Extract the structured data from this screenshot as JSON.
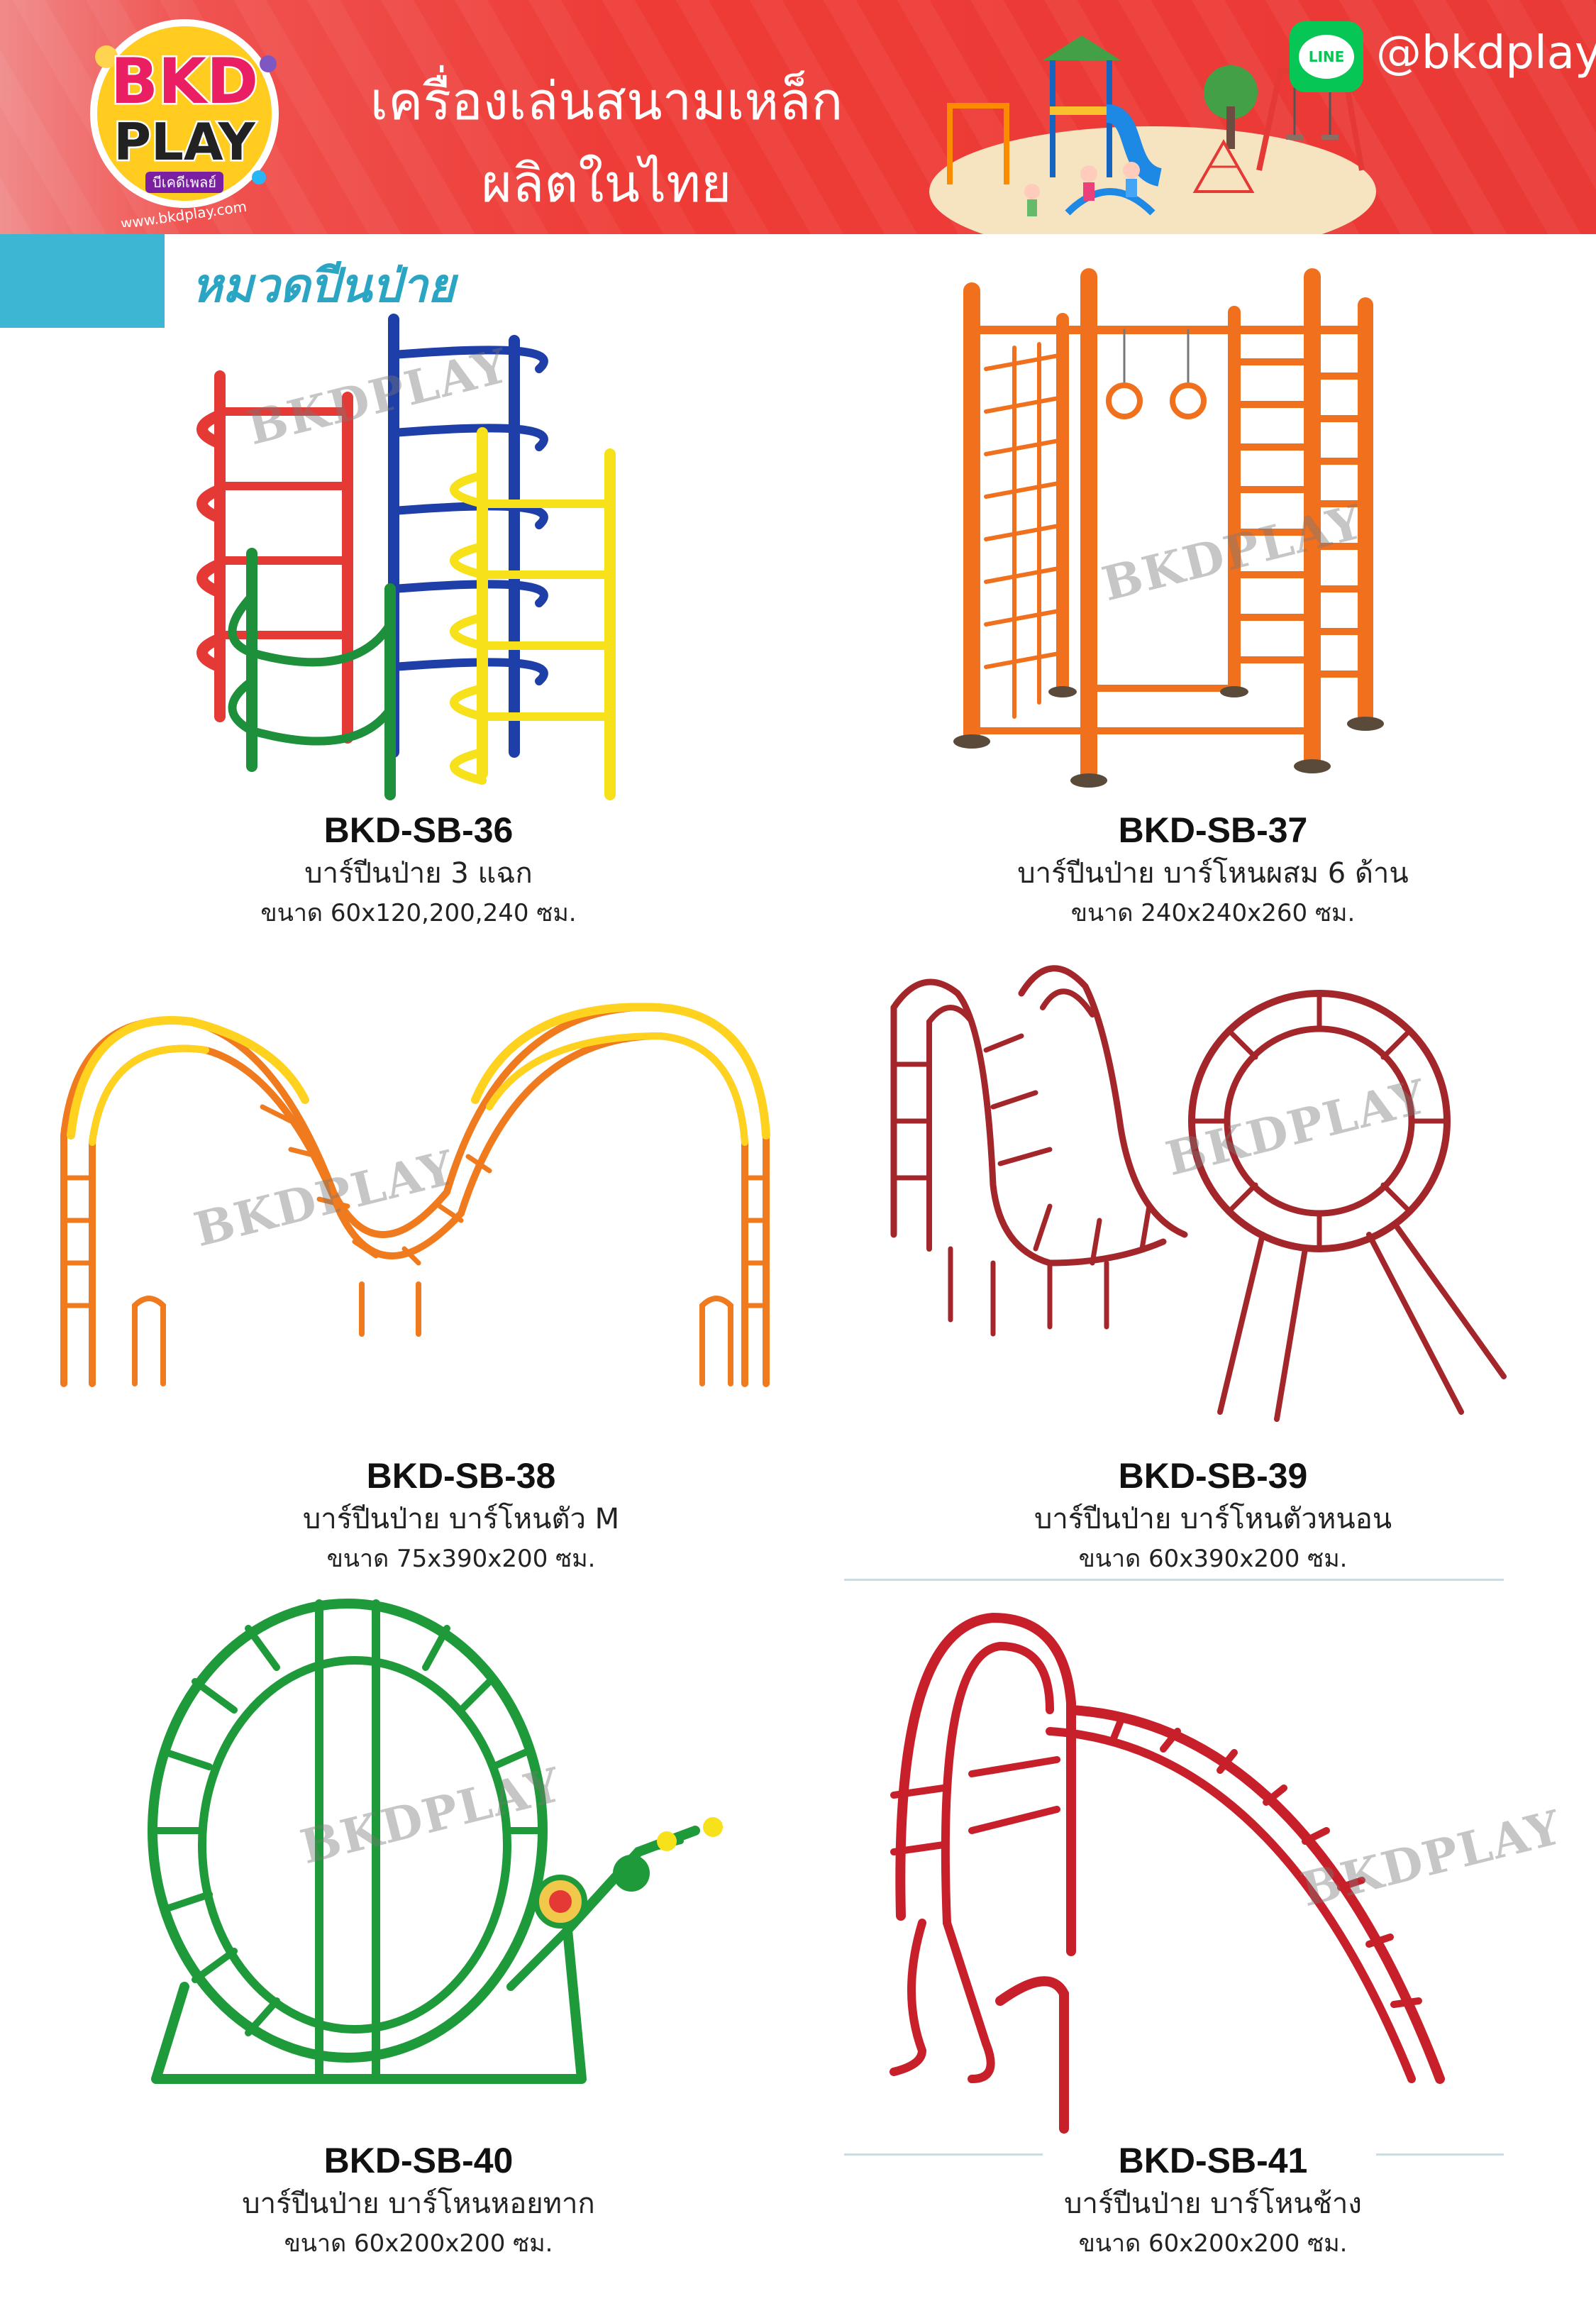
{
  "header": {
    "brand_top": "BKD",
    "brand_bottom": "PLAY",
    "brand_thai": "บีเคดีเพลย์",
    "brand_url": "www.bkdplay.com",
    "title_line1": "เครื่องเล่นสนามเหล็ก",
    "title_line2": "ผลิตในไทย",
    "line_badge": "LINE",
    "line_handle": "@bkdplay"
  },
  "category": {
    "title": "หมวดปีนป่าย"
  },
  "watermark_text": "BKDPLAY",
  "products": [
    {
      "code": "BKD-SB-36",
      "name": "บาร์ปีนป่าย 3 แฉก",
      "size": "ขนาด 60x120,200,240 ซม.",
      "color": "#e53935"
    },
    {
      "code": "BKD-SB-37",
      "name": "บาร์ปีนป่าย บาร์โหนผสม 6 ด้าน",
      "size": "ขนาด 240x240x260 ซม.",
      "color": "#f0701e"
    },
    {
      "code": "BKD-SB-38",
      "name": "บาร์ปีนป่าย บาร์โหนตัว M",
      "size": "ขนาด 75x390x200 ซม.",
      "color": "#f07a1e"
    },
    {
      "code": "BKD-SB-39",
      "name": "บาร์ปีนป่าย บาร์โหนตัวหนอน",
      "size": "ขนาด 60x390x200 ซม.",
      "color": "#a3262a"
    },
    {
      "code": "BKD-SB-40",
      "name": "บาร์ปีนป่าย บาร์โหนหอยทาก",
      "size": "ขนาด 60x200x200 ซม.",
      "color": "#1e9a3a"
    },
    {
      "code": "BKD-SB-41",
      "name": "บาร์ปีนป่าย บาร์โหนช้าง",
      "size": "ขนาด 60x200x200 ซม.",
      "color": "#c8202a"
    }
  ]
}
